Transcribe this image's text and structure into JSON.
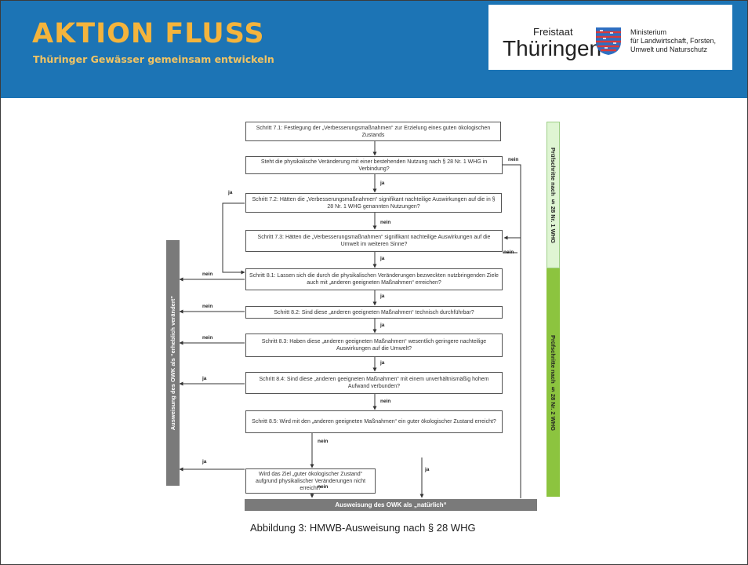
{
  "header": {
    "title": "AKTION FLUSS",
    "subtitle": "Thüringer Gewässer gemeinsam entwickeln",
    "logo_freistaat": "Freistaat",
    "logo_state": "Thüringen",
    "ministry": "Ministerium\nfür Landwirtschaft, Forsten,\nUmwelt und Naturschutz",
    "bg_color": "#1c74b5",
    "accent_color": "#f4b43c"
  },
  "diagram": {
    "boxes": {
      "s71": "Schritt 7.1: Festlegung der „Verbesserungsmaßnahmen“ zur Erzielung eines guten ökologischen Zustands",
      "q_phys": "Steht die physikalische Veränderung mit einer bestehenden Nutzung nach § 28 Nr. 1 WHG in Verbindung?",
      "s72": "Schritt 7.2: Hätten die „Verbesserungsmaßnahmen“ signifikant nachteilige Auswirkungen auf die in § 28 Nr. 1 WHG genannten Nutzungen?",
      "s73": "Schritt 7.3: Hätten die „Verbesserungsmaßnahmen“ signifikant nachteilige Auswirkungen auf die Umwelt im weiteren Sinne?",
      "s81": "Schritt 8.1: Lassen sich die durch die physikalischen Veränderungen bezweckten nutzbringenden Ziele auch mit „anderen geeigneten Maßnahmen“ erreichen?",
      "s82": "Schritt 8.2: Sind diese „anderen geeigneten Maßnahmen“ technisch durchführbar?",
      "s83": "Schritt 8.3: Haben diese „anderen geeigneten Maßnahmen“ wesentlich geringere nachteilige Auswirkungen auf die Umwelt?",
      "s84": "Schritt 8.4: Sind diese „anderen geeigneten Maßnahmen“ mit einem unverhältnismäßig hohem Aufwand verbunden?",
      "s85": "Schritt 8.5: Wird mit den „anderen geeigneten Maßnahmen“ ein guter ökologischer Zustand erreicht?",
      "goal": "Wird das Ziel „guter ökologischer Zustand“ aufgrund physikalischer Veränderungen nicht erreicht?"
    },
    "labels": {
      "ja": "ja",
      "nein": "nein"
    },
    "left_bar": "Ausweisung des OWK als “erheblich verändert”",
    "bottom_bar": "Ausweisung des OWK als „natürlich“",
    "right_top": "Prüfschritte nach § 28 Nr. 1 WHG",
    "right_bottom": "Prüfschritte nach § 28 Nr. 2 WHG",
    "colors": {
      "grey": "#7a7a7a",
      "light_green": "#dff5d3",
      "green": "#8cc43f"
    }
  },
  "caption": "Abbildung 3: HMWB-Ausweisung nach § 28 WHG"
}
